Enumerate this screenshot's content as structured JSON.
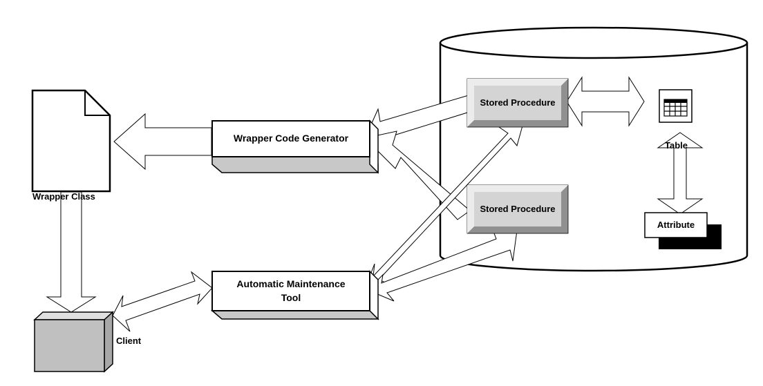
{
  "nodes": {
    "wrapper_class": {
      "label": "Wrapper Class"
    },
    "wrapper_code_generator": {
      "label": "Wrapper Code Generator"
    },
    "automatic_maintenance_tool": {
      "label_line1": "Automatic Maintenance",
      "label_line2": "Tool"
    },
    "client": {
      "label": "Client"
    },
    "stored_procedure_1": {
      "label": "Stored Procedure"
    },
    "stored_procedure_2": {
      "label": "Stored Procedure"
    },
    "table": {
      "label": "Table"
    },
    "attribute": {
      "label": "Attribute"
    }
  },
  "colors": {
    "stroke": "#000000",
    "box_fill": "#ffffff",
    "shadow_fill": "#c8c8c8",
    "procedure_fill": "#d4d4d4",
    "client_fill": "#c0c0c0"
  },
  "icons": [
    "document-icon",
    "database-cylinder-icon",
    "table-grid-icon",
    "cube-icon"
  ]
}
